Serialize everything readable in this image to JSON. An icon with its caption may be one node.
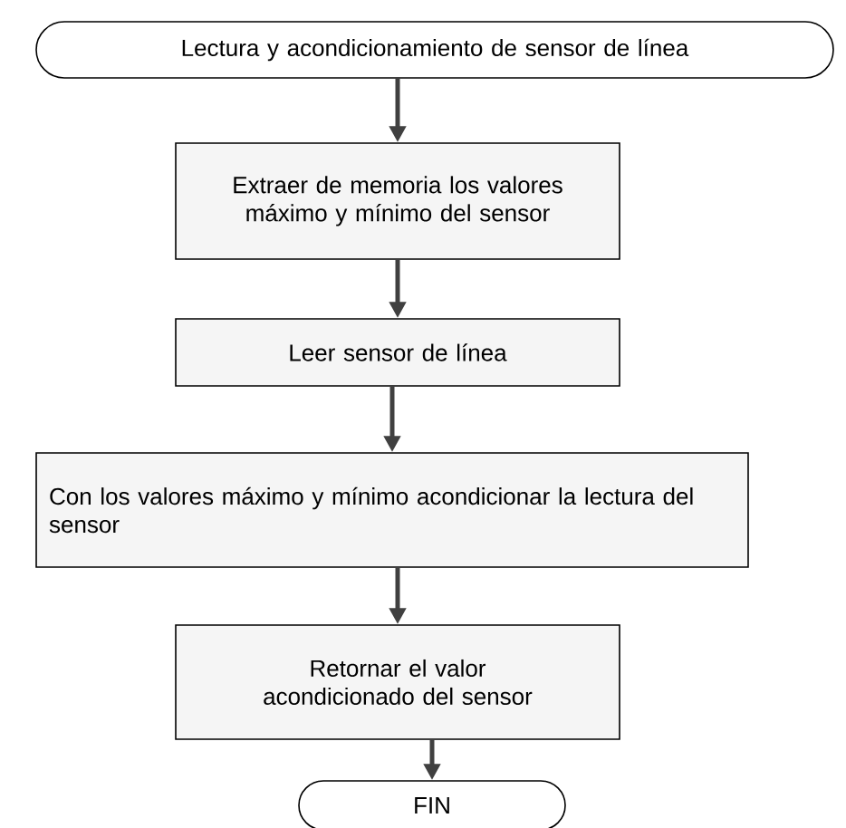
{
  "diagram": {
    "nodes": [
      {
        "text": [
          "Lectura y acondicionamiento de sensor de línea"
        ]
      },
      {
        "text": [
          "Extraer de memoria los valores máximo y mínimo del sensor"
        ]
      },
      {
        "text": [
          "Leer sensor de línea"
        ]
      },
      {
        "text": [
          "Con los valores máximo y mínimo acondicionar la lectura del sensor"
        ]
      },
      {
        "text": [
          "Retornar el valor acondicionado del sensor"
        ]
      },
      {
        "text": [
          "FIN"
        ]
      }
    ],
    "edges": [
      {
        "from": 0,
        "to": 1,
        "arrow": "to"
      },
      {
        "from": 1,
        "to": 2,
        "arrow": "to"
      },
      {
        "from": 2,
        "to": 3,
        "arrow": "to"
      },
      {
        "from": 3,
        "to": 4,
        "arrow": "to"
      },
      {
        "from": 4,
        "to": 5,
        "arrow": "to"
      }
    ]
  }
}
